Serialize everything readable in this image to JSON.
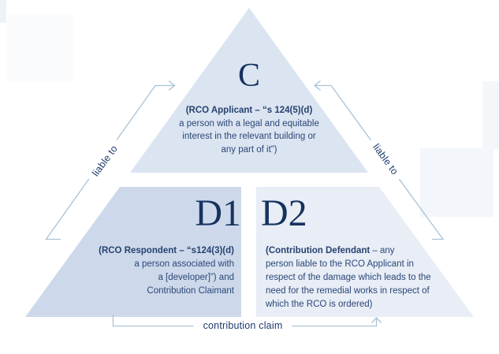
{
  "palette": {
    "c_fill": "#dbe4f1",
    "d1_fill": "#cdd9eb",
    "d2_fill": "#e8edf6",
    "line_blue": "#a8c3d8",
    "letter_navy": "#16335f",
    "body_text": "#2b4776",
    "label_navy": "#1d3a6d"
  },
  "nodes": {
    "c": {
      "letter": "C",
      "desc_bold": "(RCO Applicant – “s 124(5)(d)",
      "desc_lines": [
        "a person with a legal and equitable",
        "interest in the relevant building or",
        "any part of it”)"
      ]
    },
    "d1": {
      "letter": "D1",
      "desc_bold": "(RCO Respondent – “s124(3)(d)",
      "desc_lines": [
        "a person associated with",
        "a [developer]”) and",
        "Contribution Claimant"
      ]
    },
    "d2": {
      "letter": "D2",
      "desc_bold": "(Contribution Defendant",
      "desc_bold_suffix": " – any",
      "desc_lines": [
        "person liable to the RCO Applicant in",
        "respect of the damage which leads to the",
        "need for the remedial works in respect of",
        "which the RCO is ordered)"
      ]
    }
  },
  "edges": {
    "left": {
      "label": "liable to"
    },
    "right": {
      "label": "liable to"
    },
    "bottom": {
      "label": "contribution claim"
    }
  }
}
